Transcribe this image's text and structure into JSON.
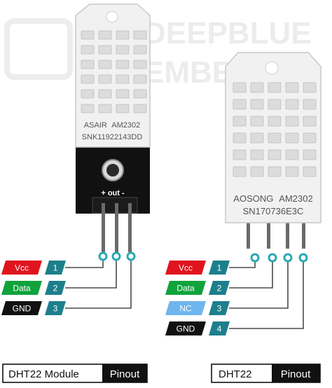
{
  "watermark": {
    "line1": "DEEPBLUE",
    "line2": "EMBEDDED"
  },
  "module": {
    "brand": "ASAIR",
    "model": "AM2302",
    "serial": "SNK11922143DD",
    "header_text": "+ out -",
    "pins": [
      {
        "label": "Vcc",
        "number": "1",
        "color": "#e0141e"
      },
      {
        "label": "Data",
        "number": "2",
        "color": "#10a33c"
      },
      {
        "label": "GND",
        "number": "3",
        "color": "#111111"
      }
    ],
    "caption": {
      "name": "DHT22 Module",
      "suffix": "Pinout"
    }
  },
  "sensor": {
    "brand": "AOSONG",
    "model": "AM2302",
    "serial": "SN170736E3C",
    "pins": [
      {
        "label": "Vcc",
        "number": "1",
        "color": "#e0141e"
      },
      {
        "label": "Data",
        "number": "2",
        "color": "#10a33c"
      },
      {
        "label": "NC",
        "number": "3",
        "color": "#6fb5ee"
      },
      {
        "label": "GND",
        "number": "4",
        "color": "#111111"
      }
    ],
    "caption": {
      "name": "DHT22",
      "suffix": "Pinout"
    }
  },
  "colors": {
    "pin_number_bg": "#1d7f8c",
    "pad_teal": "#2aa8b5",
    "wire": "#4a4a4a",
    "board": "#111111"
  }
}
